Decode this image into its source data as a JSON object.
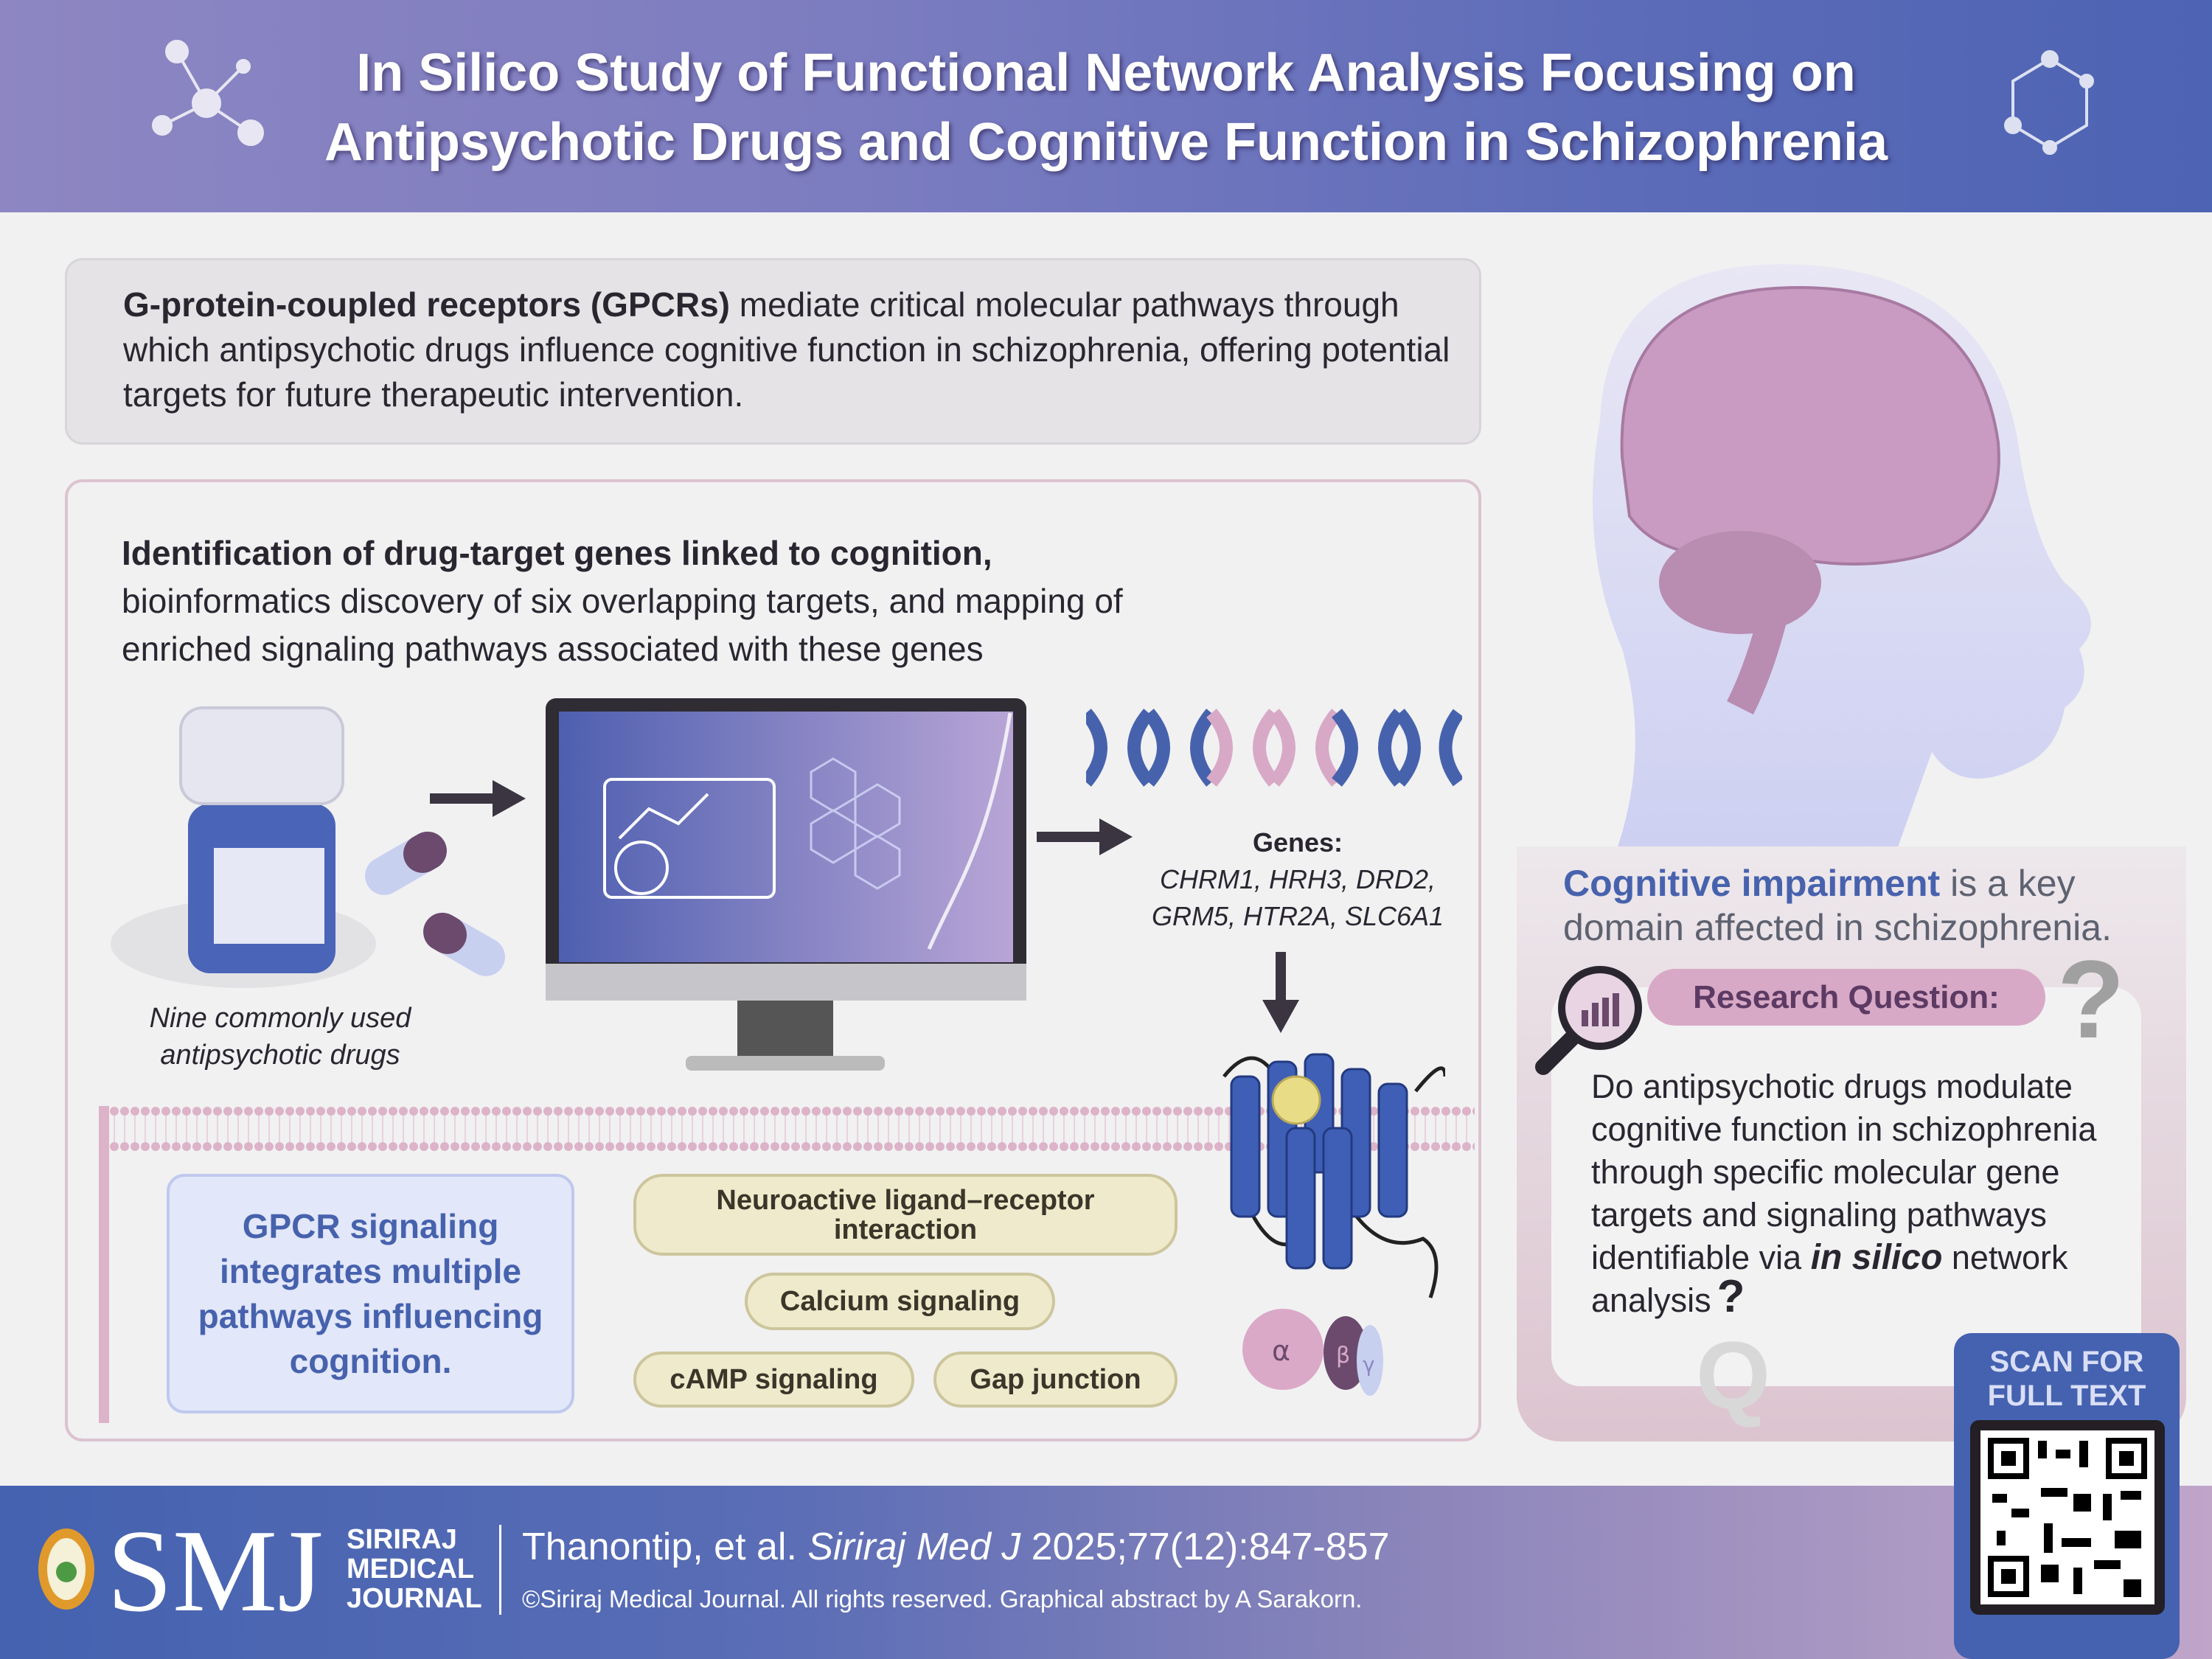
{
  "header": {
    "title_line1": "In Silico Study of Functional Network Analysis Focusing on",
    "title_line2": "Antipsychotic Drugs and Cognitive Function in Schizophrenia"
  },
  "summary": {
    "bold": "G-protein-coupled receptors (GPCRs)",
    "text": " mediate critical molecular pathways through which antipsychotic drugs influence cognitive function in schizophrenia, offering potential targets for future therapeutic intervention."
  },
  "methods": {
    "heading": "Identification of drug-target genes linked to cognition,",
    "line2": "bioinformatics discovery of six overlapping targets, and mapping of",
    "line3": "enriched signaling pathways associated with these genes",
    "drugs_caption_1": "Nine commonly used",
    "drugs_caption_2": "antipsychotic drugs",
    "genes_label": "Genes:",
    "genes_line1": "CHRM1, HRH3, DRD2,",
    "genes_line2": "GRM5, HTR2A, SLC6A1",
    "gpcr_text": "GPCR signaling integrates multiple pathways influencing cognition.",
    "pathways": [
      "Neuroactive ligand–receptor interaction",
      "Calcium signaling",
      "cAMP signaling",
      "Gap junction"
    ],
    "g_protein_labels": [
      "α",
      "β",
      "γ"
    ]
  },
  "right": {
    "cog_bold": "Cognitive impairment",
    "cog_rest1": " is a key",
    "cog_rest2": "domain affected in schizophrenia.",
    "rq_label": "Research Question:",
    "q_before": "Do antipsychotic drugs modulate cognitive function in schizophrenia through specific molecular gene targets and signaling pathways identifiable via ",
    "q_italic": "in silico",
    "q_after": " network analysis",
    "q_mark": "?",
    "bg_q": "Q",
    "bg_mark": "?",
    "scan_line1": "SCAN FOR",
    "scan_line2": "FULL TEXT"
  },
  "footer": {
    "logo": "SMJ",
    "journal1": "SIRIRAJ",
    "journal2": "MEDICAL",
    "journal3": "JOURNAL",
    "cite_authors": "Thanontip, et al. ",
    "cite_journal": "Siriraj Med J",
    "cite_ref": " 2025;77(12):847-857",
    "copyright": "©Siriraj Medical Journal. All rights reserved. Graphical abstract by A Sarakorn."
  },
  "colors": {
    "blue": "#4762ad",
    "purple": "#5c3a63",
    "pink": "#d8a9c6",
    "pill": "#eeeacb"
  }
}
